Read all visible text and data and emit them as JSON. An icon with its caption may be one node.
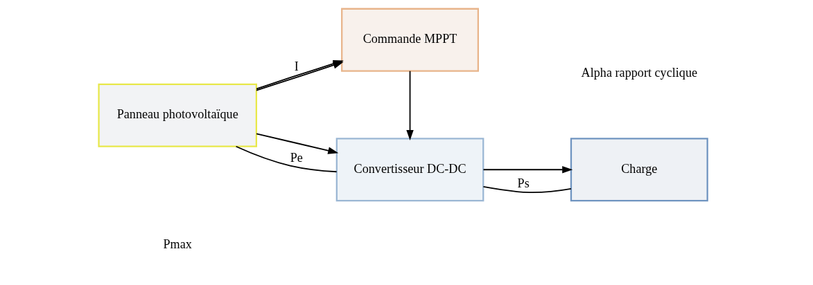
{
  "diagram": {
    "nodes": [
      {
        "text": [
          "Panneau photovoltaïque"
        ]
      },
      {
        "text": [
          "Convertisseur DC-DC"
        ]
      },
      {
        "text": [
          "Charge"
        ]
      },
      {
        "text": [
          "Commande MPPT"
        ]
      }
    ],
    "edges": [
      {
        "from": 0,
        "to": 1,
        "arrow": "to"
      },
      {
        "from": 0,
        "to": 1,
        "arrow": "none",
        "label": "Pe"
      },
      {
        "from": 1,
        "to": 2,
        "arrow": "to"
      },
      {
        "from": 1,
        "to": 2,
        "arrow": "none",
        "label": "Ps"
      },
      {
        "from": 0,
        "to": 3,
        "arrow": "to",
        "label": "I"
      },
      {
        "from": 0,
        "to": 3,
        "arrow": "to"
      },
      {
        "from": 3,
        "to": 1,
        "arrow": "to"
      }
    ],
    "labels": [
      "Pmax",
      "Alpha rapport cyclique"
    ]
  }
}
